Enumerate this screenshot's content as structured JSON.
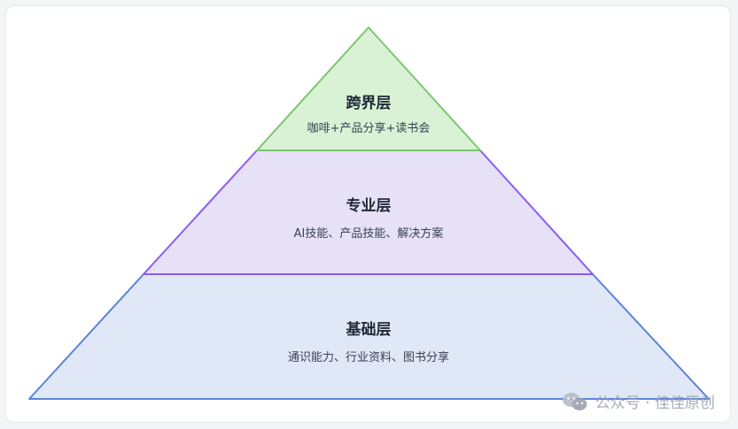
{
  "layers": {
    "top": {
      "title": "跨界层",
      "subtitle": "咖啡+产品分享+读书会",
      "fill": "#d9f2d6",
      "stroke": "#7cc56f"
    },
    "middle": {
      "title": "专业层",
      "subtitle": "AI技能、产品技能、解决方案",
      "fill": "#e7e1f7",
      "stroke": "#8b5cf6"
    },
    "bottom": {
      "title": "基础层",
      "subtitle": "通识能力、行业资料、图书分享",
      "fill": "#e0e8f8",
      "stroke": "#5b84d6"
    }
  },
  "watermark": {
    "text": "公众号 · 佳佳原创",
    "icon": "wechat-icon"
  }
}
